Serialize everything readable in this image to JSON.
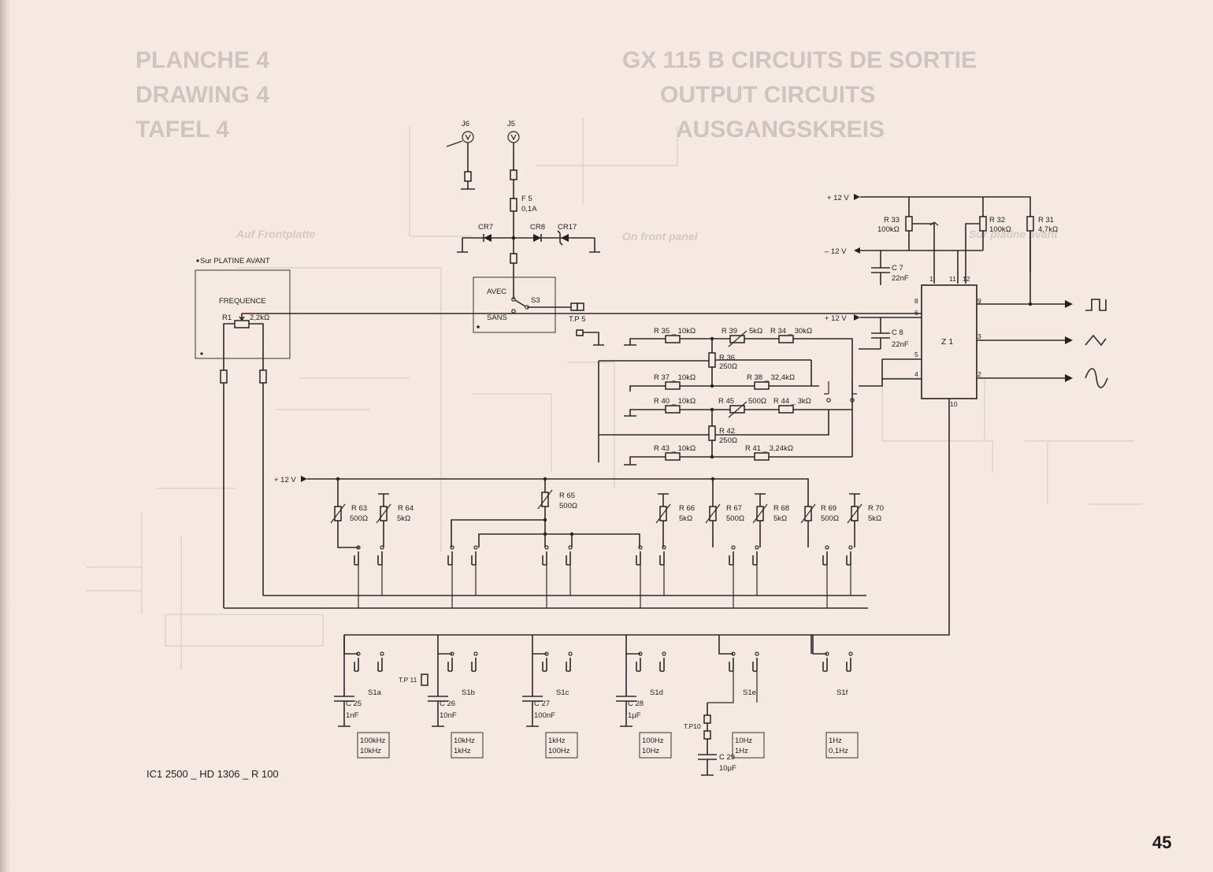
{
  "ghost_header": {
    "left": [
      "PLANCHE 4",
      "DRAWING 4",
      "TAFEL 4"
    ],
    "right": [
      "GX 115 B  CIRCUITS DE SORTIE",
      "OUTPUT CIRCUITS",
      "AUSGANGSKREIS"
    ],
    "notes": [
      "Auf Frontplatte",
      "On front panel",
      "Sur platine avant"
    ]
  },
  "jacks": [
    "J6",
    "J5"
  ],
  "fuse": {
    "name": "F 5",
    "value": "0,1A"
  },
  "diodes": [
    "CR7",
    "CR8",
    "CR17"
  ],
  "front_panel": {
    "note": "Sur PLATINE AVANT",
    "title": "FREQUENCE",
    "r1_name": "R1",
    "r1_value": "2,2kΩ"
  },
  "switch_s3": {
    "name": "S3",
    "avec": "AVEC",
    "sans": "SANS"
  },
  "test_points": {
    "tp5": "T.P 5",
    "tp10": "T.P10",
    "tp11": "T.P 11"
  },
  "supplies": {
    "pos": "+ 12 V",
    "neg": "– 12 V"
  },
  "z1": {
    "name": "Z 1",
    "pins": {
      "p1": "1",
      "p11": "11",
      "p12": "12",
      "p8": "8",
      "p6": "6",
      "p5": "5",
      "p4": "4",
      "p10": "10",
      "p9": "9",
      "p3": "3",
      "p2": "2"
    }
  },
  "top_resistors": [
    {
      "name": "R 33",
      "value": "100kΩ"
    },
    {
      "name": "R 32",
      "value": "100kΩ"
    },
    {
      "name": "R 31",
      "value": "4,7kΩ"
    }
  ],
  "caps_top": [
    {
      "name": "C 7",
      "value": "22nF"
    },
    {
      "name": "C 8",
      "value": "22nF"
    }
  ],
  "middle_resistors": {
    "r35": "R 35 _ 10kΩ",
    "r39": "R 39",
    "r39v": "5kΩ",
    "r34": "R 34 _ 30kΩ",
    "r36": "R 36",
    "r36v": "250Ω",
    "r37": "R 37 _ 10kΩ",
    "r38": "R 38 _ 32,4kΩ",
    "r40": "R 40 _ 10kΩ",
    "r45": "R 45",
    "r45v": "500Ω",
    "r44": "R 44 _ 3kΩ",
    "r42": "R 42",
    "r42v": "250Ω",
    "r43": "R 43 _ 10kΩ",
    "r41": "R 41 _ 3,24kΩ"
  },
  "trimmers": [
    {
      "name": "R 63",
      "value": "500Ω"
    },
    {
      "name": "R 64",
      "value": "5kΩ"
    },
    {
      "name": "R 65",
      "value": "500Ω"
    },
    {
      "name": "R 66",
      "value": "5kΩ"
    },
    {
      "name": "R 67",
      "value": "500Ω"
    },
    {
      "name": "R 68",
      "value": "5kΩ"
    },
    {
      "name": "R 69",
      "value": "500Ω"
    },
    {
      "name": "R 70",
      "value": "5kΩ"
    }
  ],
  "range_caps": [
    {
      "name": "C 25",
      "value": "1nF",
      "switch": "S1a",
      "range": [
        "100kHz",
        "10kHz"
      ]
    },
    {
      "name": "C 26",
      "value": "10nF",
      "switch": "S1b",
      "range": [
        "10kHz",
        "1kHz"
      ]
    },
    {
      "name": "C 27",
      "value": "100nF",
      "switch": "S1c",
      "range": [
        "1kHz",
        "100Hz"
      ]
    },
    {
      "name": "C 28",
      "value": "1µF",
      "switch": "S1d",
      "range": [
        "100Hz",
        "10Hz"
      ]
    },
    {
      "name": "C 29",
      "value": "10µF",
      "switch": "S1e",
      "range": [
        "10Hz",
        "1Hz"
      ]
    },
    {
      "name": "",
      "value": "",
      "switch": "S1f",
      "range": [
        "1Hz",
        "0,1Hz"
      ]
    }
  ],
  "footer_text": "IC1 2500 _ HD 1306 _ R 100",
  "page_number": "45"
}
